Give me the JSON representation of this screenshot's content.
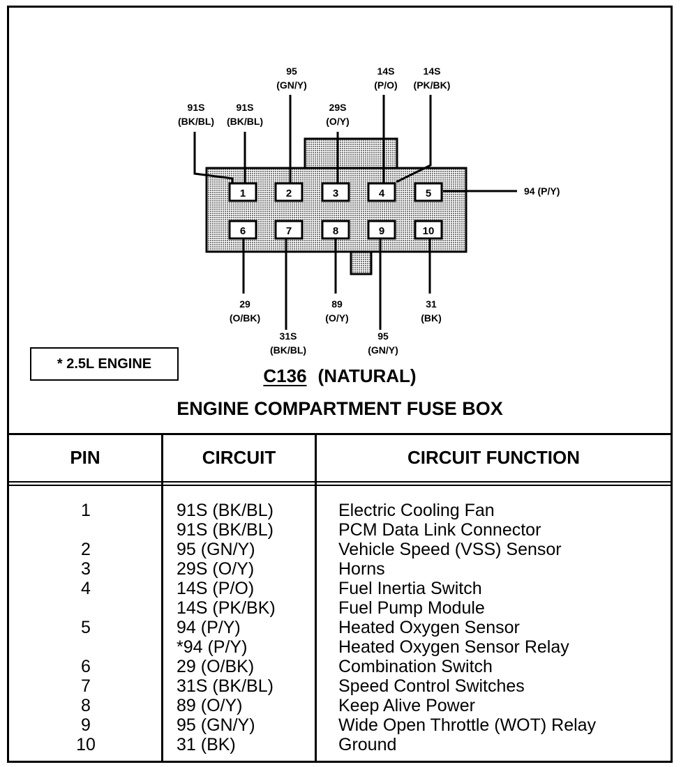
{
  "connector": {
    "id": "C136",
    "name": "(NATURAL)",
    "pins_top": [
      "1",
      "2",
      "3",
      "4",
      "5"
    ],
    "pins_bottom": [
      "6",
      "7",
      "8",
      "9",
      "10"
    ],
    "wire_labels": {
      "p1a": {
        "num": "91S",
        "color": "(BK/BL)"
      },
      "p1b": {
        "num": "91S",
        "color": "(BK/BL)"
      },
      "p2": {
        "num": "95",
        "color": "(GN/Y)"
      },
      "p3": {
        "num": "29S",
        "color": "(O/Y)"
      },
      "p4a": {
        "num": "14S",
        "color": "(P/O)"
      },
      "p4b": {
        "num": "14S",
        "color": "(PK/BK)"
      },
      "p5": {
        "text": "94 (P/Y)"
      },
      "p6": {
        "num": "29",
        "color": "(O/BK)"
      },
      "p7": {
        "num": "31S",
        "color": "(BK/BL)"
      },
      "p8": {
        "num": "89",
        "color": "(O/Y)"
      },
      "p9": {
        "num": "95",
        "color": "(GN/Y)"
      },
      "p10": {
        "num": "31",
        "color": "(BK)"
      }
    }
  },
  "engine_note": "* 2.5L ENGINE",
  "fuse_box_title": "ENGINE COMPARTMENT FUSE BOX",
  "table": {
    "headers": {
      "pin": "PIN",
      "circuit": "CIRCUIT",
      "function": "CIRCUIT FUNCTION"
    },
    "rows": [
      {
        "pin": "1",
        "circuit": "91S (BK/BL)",
        "function": "Electric Cooling Fan"
      },
      {
        "pin": "",
        "circuit": "91S (BK/BL)",
        "function": "PCM Data Link Connector"
      },
      {
        "pin": "2",
        "circuit": "95 (GN/Y)",
        "function": "Vehicle Speed (VSS) Sensor"
      },
      {
        "pin": "3",
        "circuit": "29S (O/Y)",
        "function": "Horns"
      },
      {
        "pin": "4",
        "circuit": "14S (P/O)",
        "function": "Fuel Inertia Switch"
      },
      {
        "pin": "",
        "circuit": "14S (PK/BK)",
        "function": "Fuel Pump Module"
      },
      {
        "pin": "5",
        "circuit": "94 (P/Y)",
        "function": "Heated Oxygen Sensor"
      },
      {
        "pin": "",
        "circuit": "*94 (P/Y)",
        "function": "Heated Oxygen Sensor Relay"
      },
      {
        "pin": "6",
        "circuit": "29 (O/BK)",
        "function": "Combination Switch"
      },
      {
        "pin": "7",
        "circuit": "31S (BK/BL)",
        "function": "Speed Control Switches"
      },
      {
        "pin": "8",
        "circuit": "89 (O/Y)",
        "function": "Keep Alive Power"
      },
      {
        "pin": "9",
        "circuit": "95 (GN/Y)",
        "function": "Wide Open Throttle (WOT) Relay"
      },
      {
        "pin": "10",
        "circuit": "31 (BK)",
        "function": "Ground"
      }
    ]
  },
  "colors": {
    "ink": "#000000",
    "connector_fill": "#c8c8c8",
    "paper": "#ffffff"
  }
}
